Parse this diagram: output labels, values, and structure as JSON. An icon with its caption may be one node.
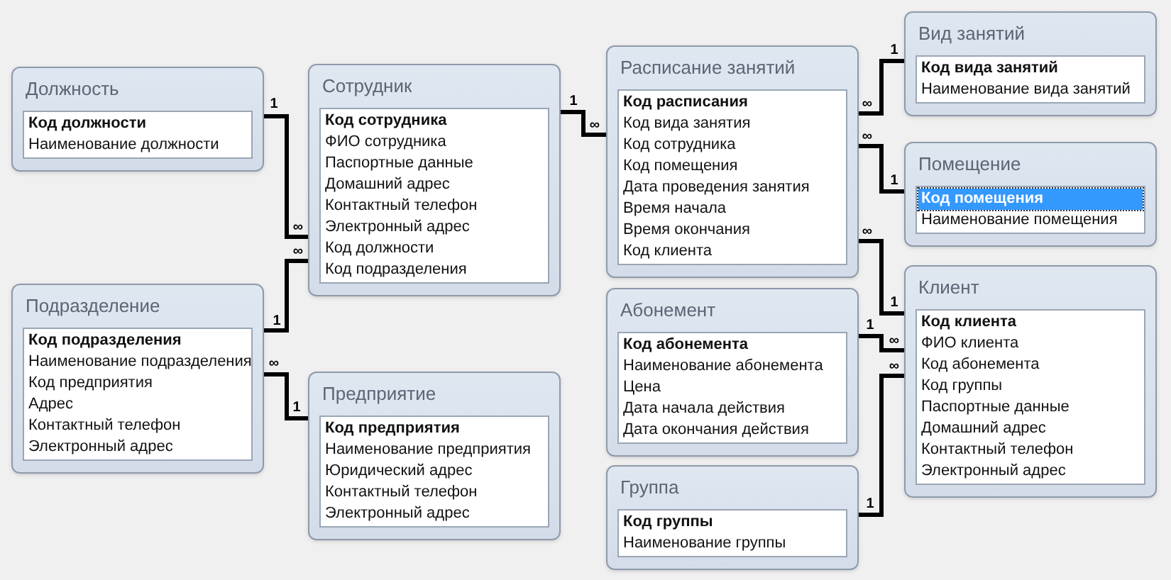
{
  "diagram": {
    "nodes": [
      {
        "text": [
          "Должность",
          "Код должности",
          "Наименование должности"
        ]
      },
      {
        "text": [
          "Сотрудник",
          "Код сотрудника",
          "ФИО сотрудника",
          "Паспортные данные",
          "Домашний адрес",
          "Контактный телефон",
          "Электронный адрес",
          "Код должности",
          "Код подразделения"
        ]
      },
      {
        "text": [
          "Расписание занятий",
          "Код расписания",
          "Код вида занятия",
          "Код сотрудника",
          "Код помещения",
          "Дата проведения занятия",
          "Время начала",
          "Время окончания",
          "Код клиента"
        ]
      },
      {
        "text": [
          "Вид занятий",
          "Код вида занятий",
          "Наименование вида занятий"
        ]
      },
      {
        "text": [
          "Помещение",
          "Код помещения",
          "Наименование помещения"
        ]
      },
      {
        "text": [
          "Подразделение",
          "Код подразделения",
          "Наименование подразделения",
          "Код предприятия",
          "Адрес",
          "Контактный телефон",
          "Электронный адрес"
        ]
      },
      {
        "text": [
          "Абонемент",
          "Код абонемента",
          "Наименование абонемента",
          "Цена",
          "Дата начала действия",
          "Дата окончания действия"
        ]
      },
      {
        "text": [
          "Клиент",
          "Код клиента",
          "ФИО клиента",
          "Код абонемента",
          "Код группы",
          "Паспортные данные",
          "Домашний адрес",
          "Контактный телефон",
          "Электронный адрес"
        ]
      },
      {
        "text": [
          "Предприятие",
          "Код предприятия",
          "Наименование предприятия",
          "Юридический адрес",
          "Контактный телефон",
          "Электронный адрес"
        ]
      },
      {
        "text": [
          "Группа",
          "Код группы",
          "Наименование группы"
        ]
      }
    ],
    "edges": [
      {
        "from": 0,
        "to": 1,
        "arrow": "none"
      },
      {
        "from": 5,
        "to": 1,
        "arrow": "none"
      },
      {
        "from": 1,
        "to": 2,
        "arrow": "none"
      },
      {
        "from": 3,
        "to": 2,
        "arrow": "none"
      },
      {
        "from": 4,
        "to": 2,
        "arrow": "none"
      },
      {
        "from": 7,
        "to": 2,
        "arrow": "none"
      },
      {
        "from": 6,
        "to": 7,
        "arrow": "none"
      },
      {
        "from": 9,
        "to": 7,
        "arrow": "none"
      },
      {
        "from": 8,
        "to": 5,
        "arrow": "none"
      }
    ],
    "labels": [
      "1",
      "∞",
      "1",
      "∞",
      "1",
      "∞",
      "1",
      "∞",
      "∞",
      "1",
      "∞",
      "1",
      "1",
      "∞",
      "1",
      "∞",
      "∞",
      "1"
    ]
  }
}
